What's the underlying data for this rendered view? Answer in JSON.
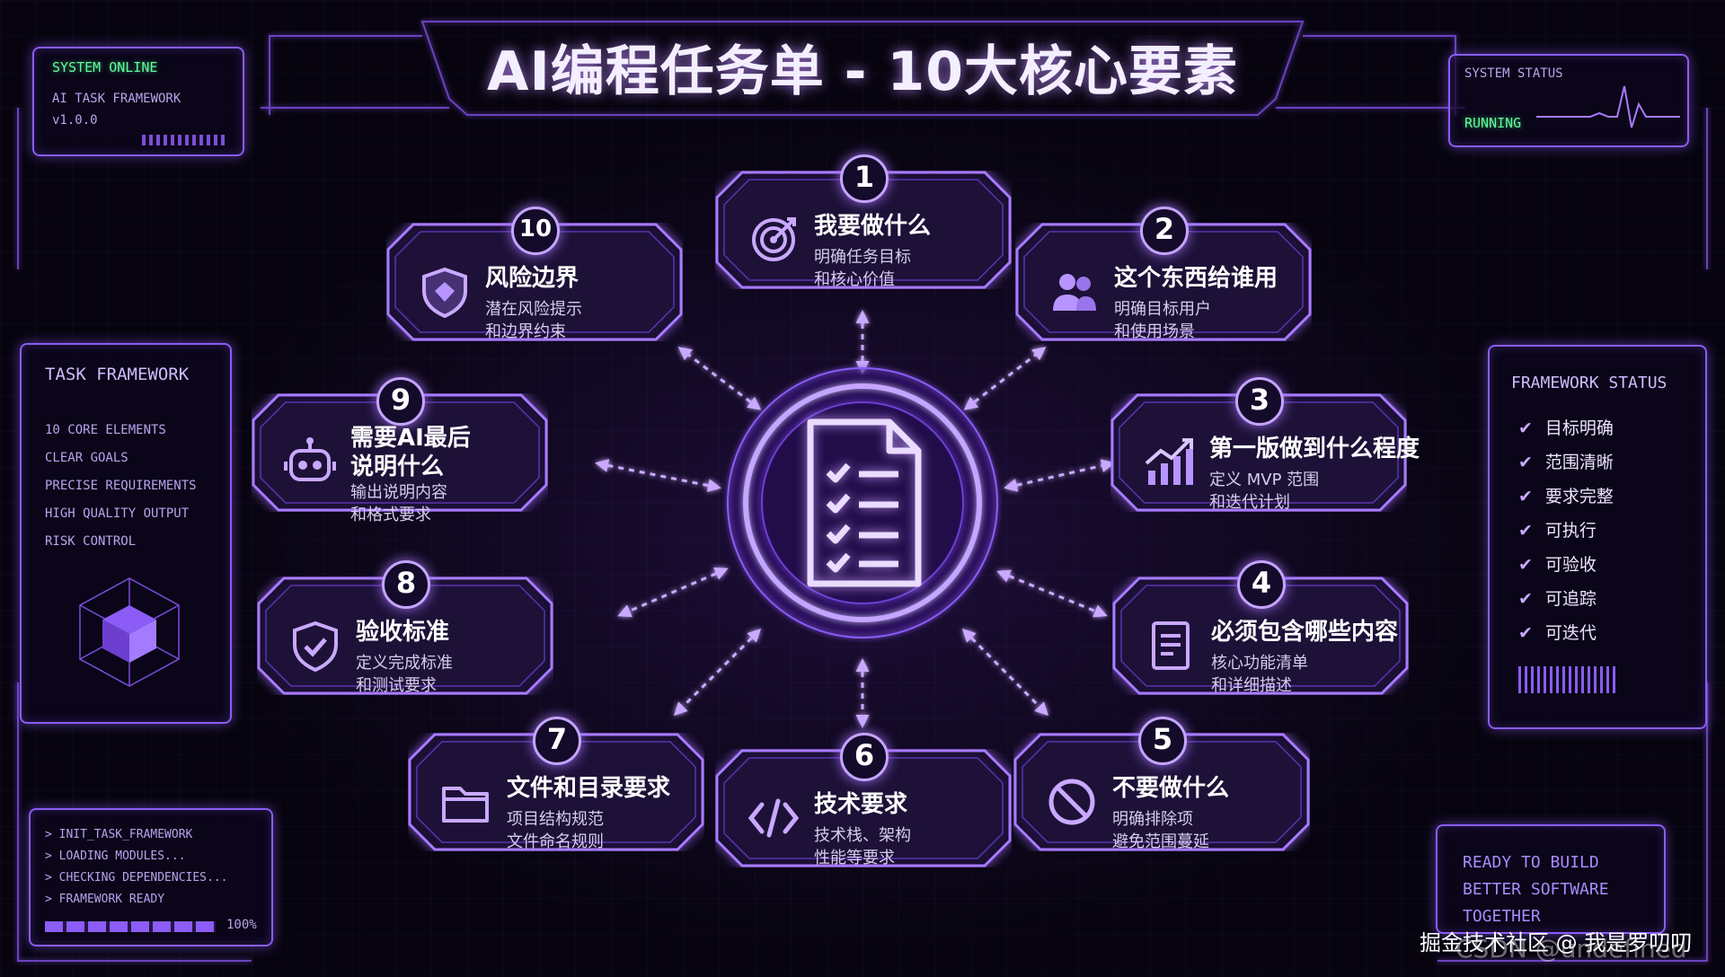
{
  "title": "AI编程任务单 - 10大核心要素",
  "top_left": {
    "line1": "SYSTEM ONLINE",
    "line2": "AI TASK FRAMEWORK",
    "line3": "v1.0.0"
  },
  "top_right": {
    "label": "SYSTEM STATUS",
    "state": "RUNNING"
  },
  "left_panel": {
    "heading": "TASK FRAMEWORK",
    "items": [
      "10 CORE ELEMENTS",
      "CLEAR GOALS",
      "PRECISE REQUIREMENTS",
      "HIGH QUALITY OUTPUT",
      "RISK CONTROL"
    ]
  },
  "right_panel": {
    "heading": "FRAMEWORK STATUS",
    "items": [
      "目标明确",
      "范围清晰",
      "要求完整",
      "可执行",
      "可验收",
      "可追踪",
      "可迭代"
    ]
  },
  "console": {
    "lines": [
      "> INIT_TASK_FRAMEWORK",
      "> LOADING MODULES...",
      "> CHECKING DEPENDENCIES...",
      "> FRAMEWORK READY"
    ],
    "progress_text": "100%",
    "progress": 1.0
  },
  "bottom_right": {
    "lines": [
      "READY TO BUILD",
      "BETTER SOFTWARE",
      "TOGETHER"
    ]
  },
  "watermark": "掘金技术社区 @ 我是罗叨叨",
  "watermark2": "CSDN @undefined",
  "nodes": [
    {
      "num": "1",
      "title": "我要做什么",
      "sub1": "明确任务目标",
      "sub2": "和核心价值",
      "icon": "target-icon"
    },
    {
      "num": "2",
      "title": "这个东西给谁用",
      "sub1": "明确目标用户",
      "sub2": "和使用场景",
      "icon": "users-icon"
    },
    {
      "num": "3",
      "title": "第一版做到什么程度",
      "sub1": "定义 MVP 范围",
      "sub2": "和迭代计划",
      "icon": "growth-chart-icon"
    },
    {
      "num": "4",
      "title": "必须包含哪些内容",
      "sub1": "核心功能清单",
      "sub2": "和详细描述",
      "icon": "document-icon"
    },
    {
      "num": "5",
      "title": "不要做什么",
      "sub1": "明确排除项",
      "sub2": "避免范围蔓延",
      "icon": "prohibited-icon"
    },
    {
      "num": "6",
      "title": "技术要求",
      "sub1": "技术栈、架构",
      "sub2": "性能等要求",
      "icon": "code-icon"
    },
    {
      "num": "7",
      "title": "文件和目录要求",
      "sub1": "项目结构规范",
      "sub2": "文件命名规则",
      "icon": "folder-icon"
    },
    {
      "num": "8",
      "title": "验收标准",
      "sub1": "定义完成标准",
      "sub2": "和测试要求",
      "icon": "shield-check-icon"
    },
    {
      "num": "9",
      "title": "需要AI最后说明什么",
      "sub1": "输出说明内容",
      "sub2": "和格式要求",
      "icon": "robot-icon"
    },
    {
      "num": "10",
      "title": "风险边界",
      "sub1": "潜在风险提示",
      "sub2": "和边界约束",
      "icon": "shield-alert-icon"
    }
  ],
  "colors": {
    "accent": "#8b5cf6",
    "glow": "#c4a5ff",
    "ok": "#5dff9a"
  }
}
